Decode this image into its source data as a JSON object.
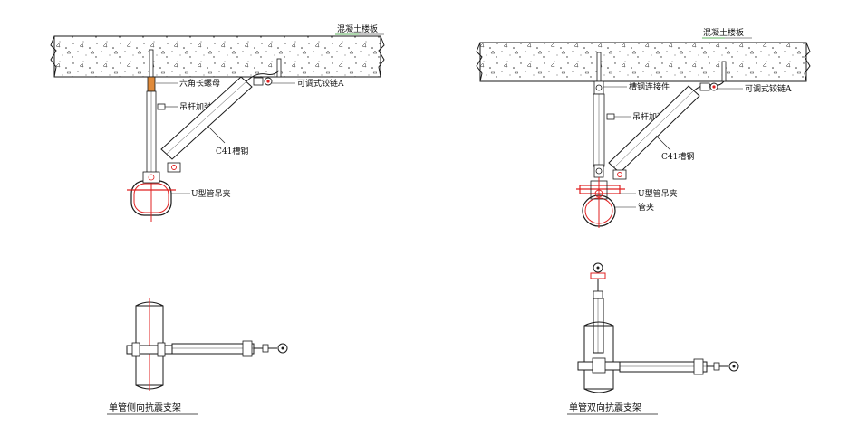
{
  "left": {
    "slab_label": "混凝土楼板",
    "nut_label": "六角长螺母",
    "hinge_label": "可调式铰链A",
    "rod_stiffener_label": "吊杆加劲件",
    "channel_label": "C41槽钢",
    "clamp_label": "U型管吊夹",
    "title": "单管侧向抗震支架"
  },
  "right": {
    "slab_label": "混凝土楼板",
    "connector_label": "槽钢连接件",
    "hinge_label": "可调式铰链A",
    "rod_stiffener_label": "吊杆加劲件",
    "channel_label": "C41槽钢",
    "clamp_label": "U型管吊夹",
    "pipe_clamp_label": "管夹",
    "title": "单管双向抗震支架"
  },
  "colors": {
    "line": "#1a1a1a",
    "accent_red": "#e02020",
    "rod_orange": "#e08a3a",
    "leader_green": "#2a9a2a"
  }
}
